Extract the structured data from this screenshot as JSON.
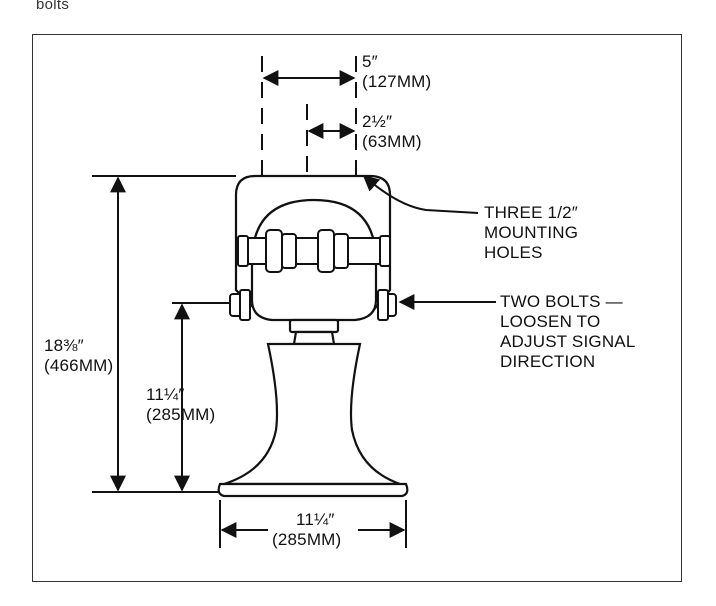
{
  "header_fragment": "bolts",
  "dimensions": {
    "top_wide": {
      "value": "5″",
      "metric": "(127MM)"
    },
    "top_narrow": {
      "value": "2½″",
      "metric": "(63MM)"
    },
    "overall_height": {
      "value": "18⅜″",
      "metric": "(466MM)"
    },
    "bolt_height": {
      "value": "11¼″",
      "metric": "(285MM)"
    },
    "base_width": {
      "value": "11¼″",
      "metric": "(285MM)"
    }
  },
  "callouts": {
    "mounting_holes": [
      "THREE 1/2″",
      "MOUNTING",
      "HOLES"
    ],
    "bolts": [
      "TWO BOLTS —",
      "LOOSEN TO",
      "ADJUST SIGNAL",
      "DIRECTION"
    ]
  }
}
